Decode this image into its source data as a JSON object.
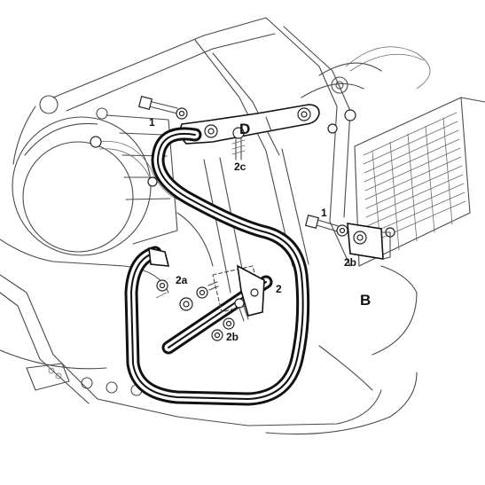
{
  "labels": {
    "d": "D",
    "b": "B",
    "one_top": "1",
    "one_right": "1",
    "two_c": "2c",
    "two_b_right": "2b",
    "two_a": "2a",
    "two": "2",
    "two_b_bottom": "2b"
  }
}
